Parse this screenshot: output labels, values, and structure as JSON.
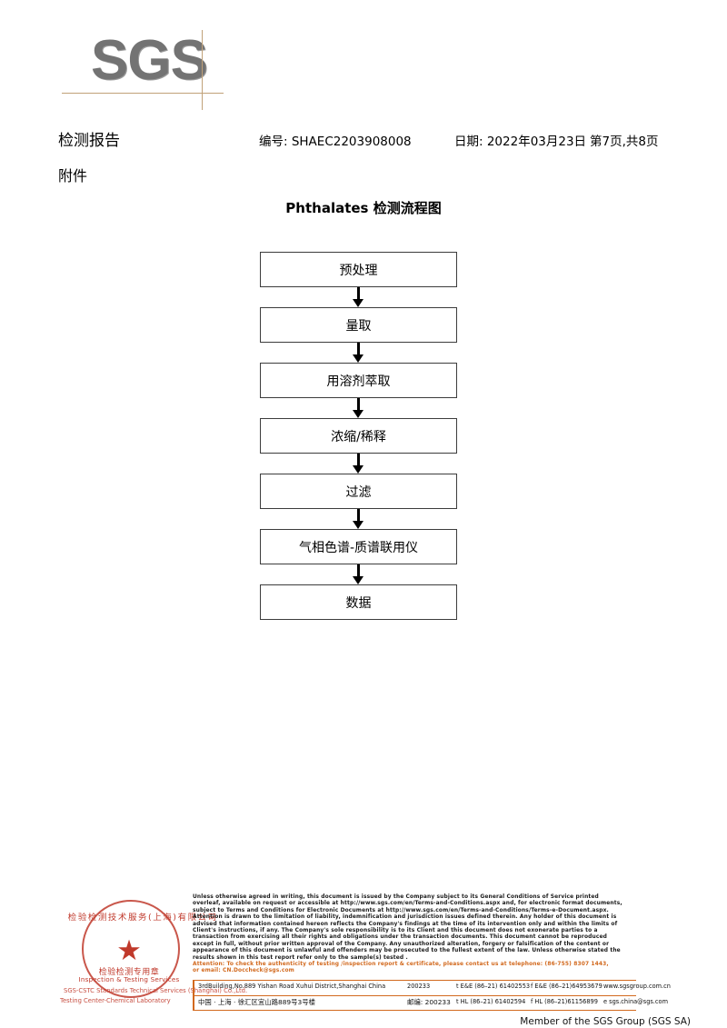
{
  "logo": {
    "text": "SGS",
    "color": "#737373",
    "rule_color": "#c0a178"
  },
  "header": {
    "title": "检测报告",
    "report_no": "编号: SHAEC2203908008",
    "date": "日期: 2022年03月23日",
    "page": "第7页,共8页",
    "attachment": "附件"
  },
  "flowchart": {
    "title": "Phthalates 检测流程图",
    "steps": [
      {
        "label": "预处理"
      },
      {
        "label": "量取"
      },
      {
        "label": "用溶剂萃取"
      },
      {
        "label": "浓缩/稀释"
      },
      {
        "label": "过滤"
      },
      {
        "label": "气相色谱-质谱联用仪"
      },
      {
        "label": "数据"
      }
    ]
  },
  "seal": {
    "cn_arc": "检验检测技术服务(上海)有限公司",
    "cn_mid": "检验检测专用章",
    "en_mid": "Inspection & Testing Services",
    "company_line1": "SGS-CSTC Standards Technical Services (Shanghai) Co.,Ltd.",
    "company_line2": "Testing Center-Chemical Laboratory",
    "star": "★",
    "color": "#c0392b"
  },
  "footer": {
    "legal": [
      "Unless otherwise agreed in writing, this document is issued by the Company subject to its General Conditions of Service printed",
      "overleaf, available on request or accessible at http://www.sgs.com/en/Terms-and-Conditions.aspx and, for electronic format documents,",
      "subject to Terms and Conditions for Electronic Documents at http://www.sgs.com/en/Terms-and-Conditions/Terms-e-Document.aspx.",
      "Attention is drawn to the limitation of liability, indemnification and jurisdiction issues defined therein. Any holder of this document is",
      "advised that information contained hereon reflects the Company's findings at the time of its intervention only and within the limits of",
      "Client's instructions, if any. The Company's sole responsibility is to its Client and this document does not exonerate parties to a",
      "transaction from exercising all their rights and obligations under the transaction documents. This document cannot be reproduced",
      "except in full, without prior written approval of the Company. Any unauthorized alteration, forgery or falsification of the content or",
      "appearance of this document is unlawful and offenders may be prosecuted to the fullest extent of the law. Unless otherwise stated the",
      "results shown in this test report refer only to the sample(s) tested ."
    ],
    "attention": [
      "Attention: To check the authenticity of testing /inspection report & certificate, please contact us at telephone: (86-755) 8307 1443,",
      "or email: CN.Doccheck@sgs.com"
    ],
    "attention_color": "#d2691e",
    "address": {
      "row_en": {
        "address": "3rdBuilding,No.889 Yishan Road Xuhui District,Shanghai China",
        "zip": "200233",
        "tel1": "t E&E (86–21) 61402553",
        "tel2": "f E&E (86–21)64953679",
        "web": "www.sgsgroup.com.cn"
      },
      "row_cn": {
        "address": "中国 · 上海 · 徐汇区宜山路889号3号楼",
        "zip": "邮编: 200233",
        "tel1": "t HL (86–21) 61402594",
        "tel2": "f HL (86–21)61156899",
        "web": "e sgs.china@sgs.com"
      }
    },
    "member": "Member of the SGS Group (SGS SA)"
  }
}
